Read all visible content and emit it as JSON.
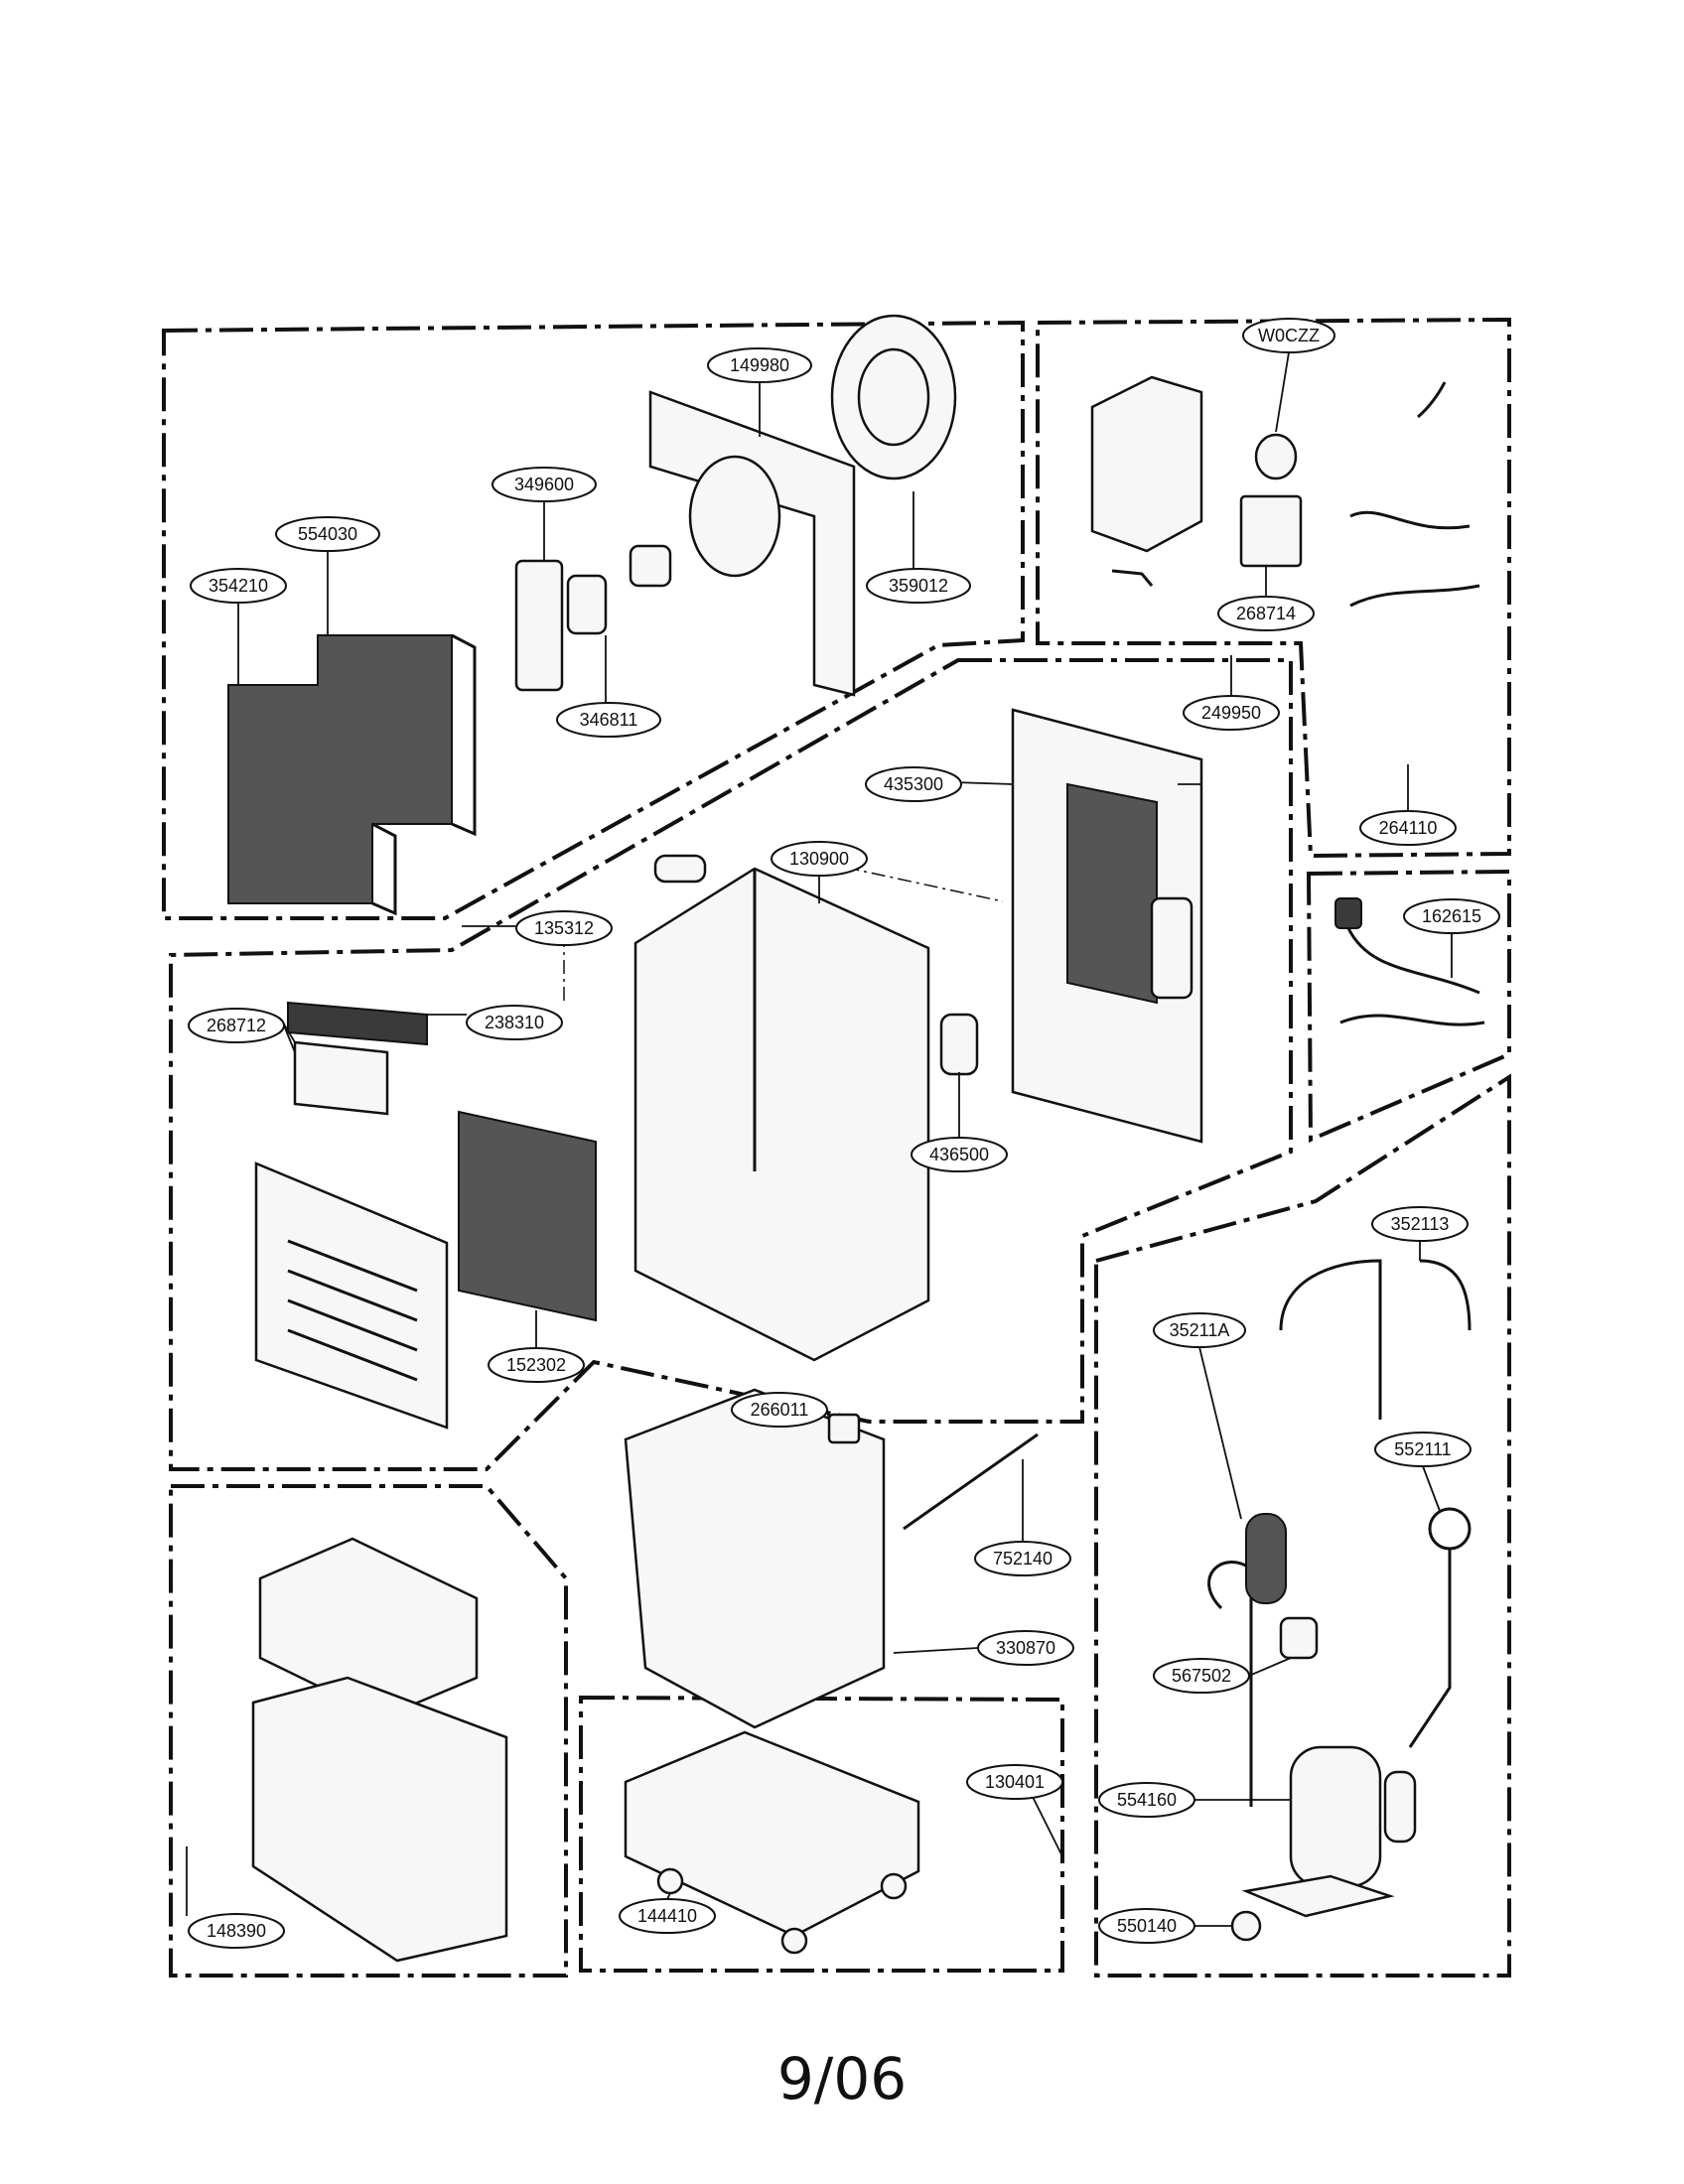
{
  "labels": {
    "l149980": "149980",
    "l349600": "349600",
    "l554030": "554030",
    "l354210": "354210",
    "l359012": "359012",
    "l346811": "346811",
    "lW0CZZ": "W0CZZ",
    "l268714": "268714",
    "l249950": "249950",
    "l264110": "264110",
    "l435300": "435300",
    "l130900": "130900",
    "l135312": "135312",
    "l238310": "238310",
    "l268712": "268712",
    "l162615": "162615",
    "l436500": "436500",
    "l352113": "352113",
    "l35211A": "35211A",
    "l152302": "152302",
    "l266011": "266011",
    "l552111": "552111",
    "l752140": "752140",
    "l330870": "330870",
    "l567502": "567502",
    "l130401": "130401",
    "l554160": "554160",
    "l148390": "148390",
    "l144410": "144410",
    "l550140": "550140"
  },
  "page_number": "9/06"
}
